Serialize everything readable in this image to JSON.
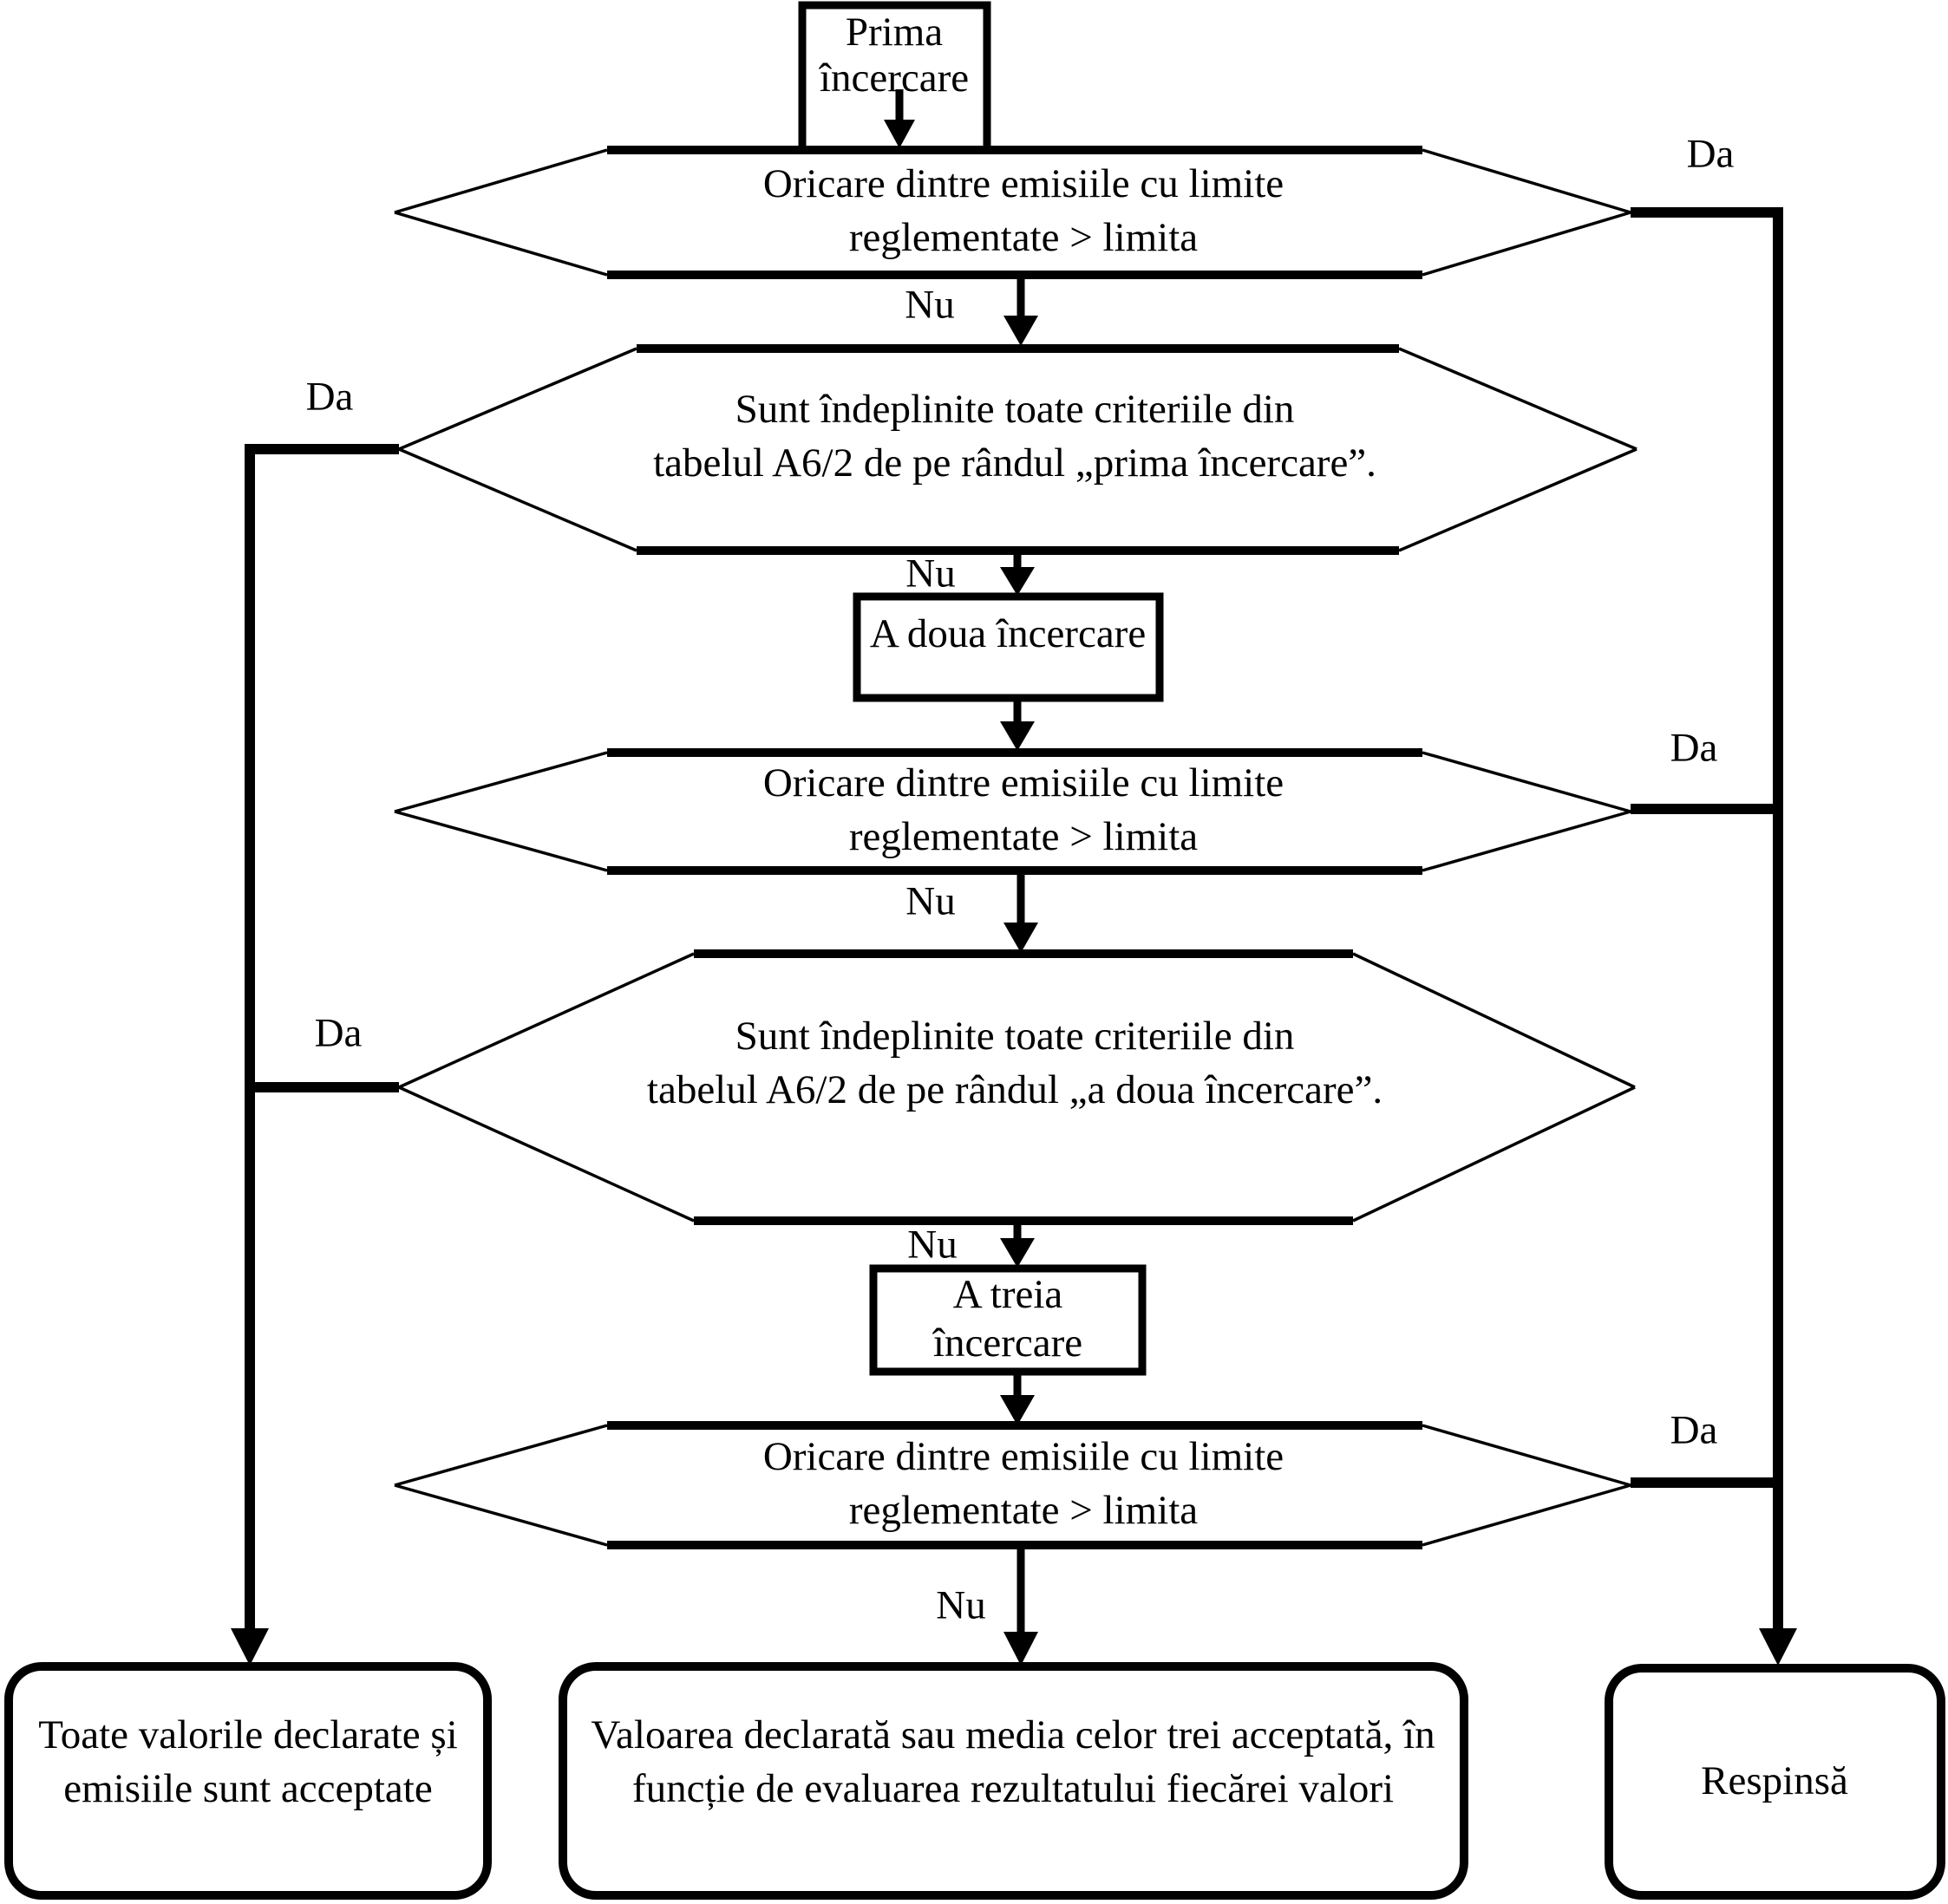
{
  "labels": {
    "yes": "Da",
    "no": "Nu"
  },
  "nodes": {
    "start": {
      "lines": [
        "Prima",
        "încercare"
      ]
    },
    "check_limits_1": {
      "lines": [
        "Oricare dintre emisiile cu limite",
        "reglementate > limita"
      ]
    },
    "criteria_first": {
      "lines": [
        "Sunt îndeplinite toate criteriile din",
        "tabelul A6/2 de pe rândul „prima încercare”."
      ]
    },
    "second_attempt": {
      "lines": [
        "A doua încercare"
      ]
    },
    "check_limits_2": {
      "lines": [
        "Oricare dintre emisiile cu limite",
        "reglementate > limita"
      ]
    },
    "criteria_second": {
      "lines": [
        "Sunt îndeplinite toate criteriile din",
        "tabelul A6/2 de pe rândul „a doua încercare”."
      ]
    },
    "third_attempt": {
      "lines": [
        "A treia",
        "încercare"
      ]
    },
    "check_limits_3": {
      "lines": [
        "Oricare dintre emisiile cu limite",
        "reglementate > limita"
      ]
    },
    "accepted": {
      "lines": [
        "Toate valorile declarate și",
        "emisiile sunt acceptate"
      ]
    },
    "conditional": {
      "lines": [
        "Valoarea declarată sau media celor trei acceptată, în",
        "funcție de evaluarea rezultatului fiecărei valori"
      ]
    },
    "rejected": {
      "lines": [
        "Respinsă"
      ]
    }
  }
}
